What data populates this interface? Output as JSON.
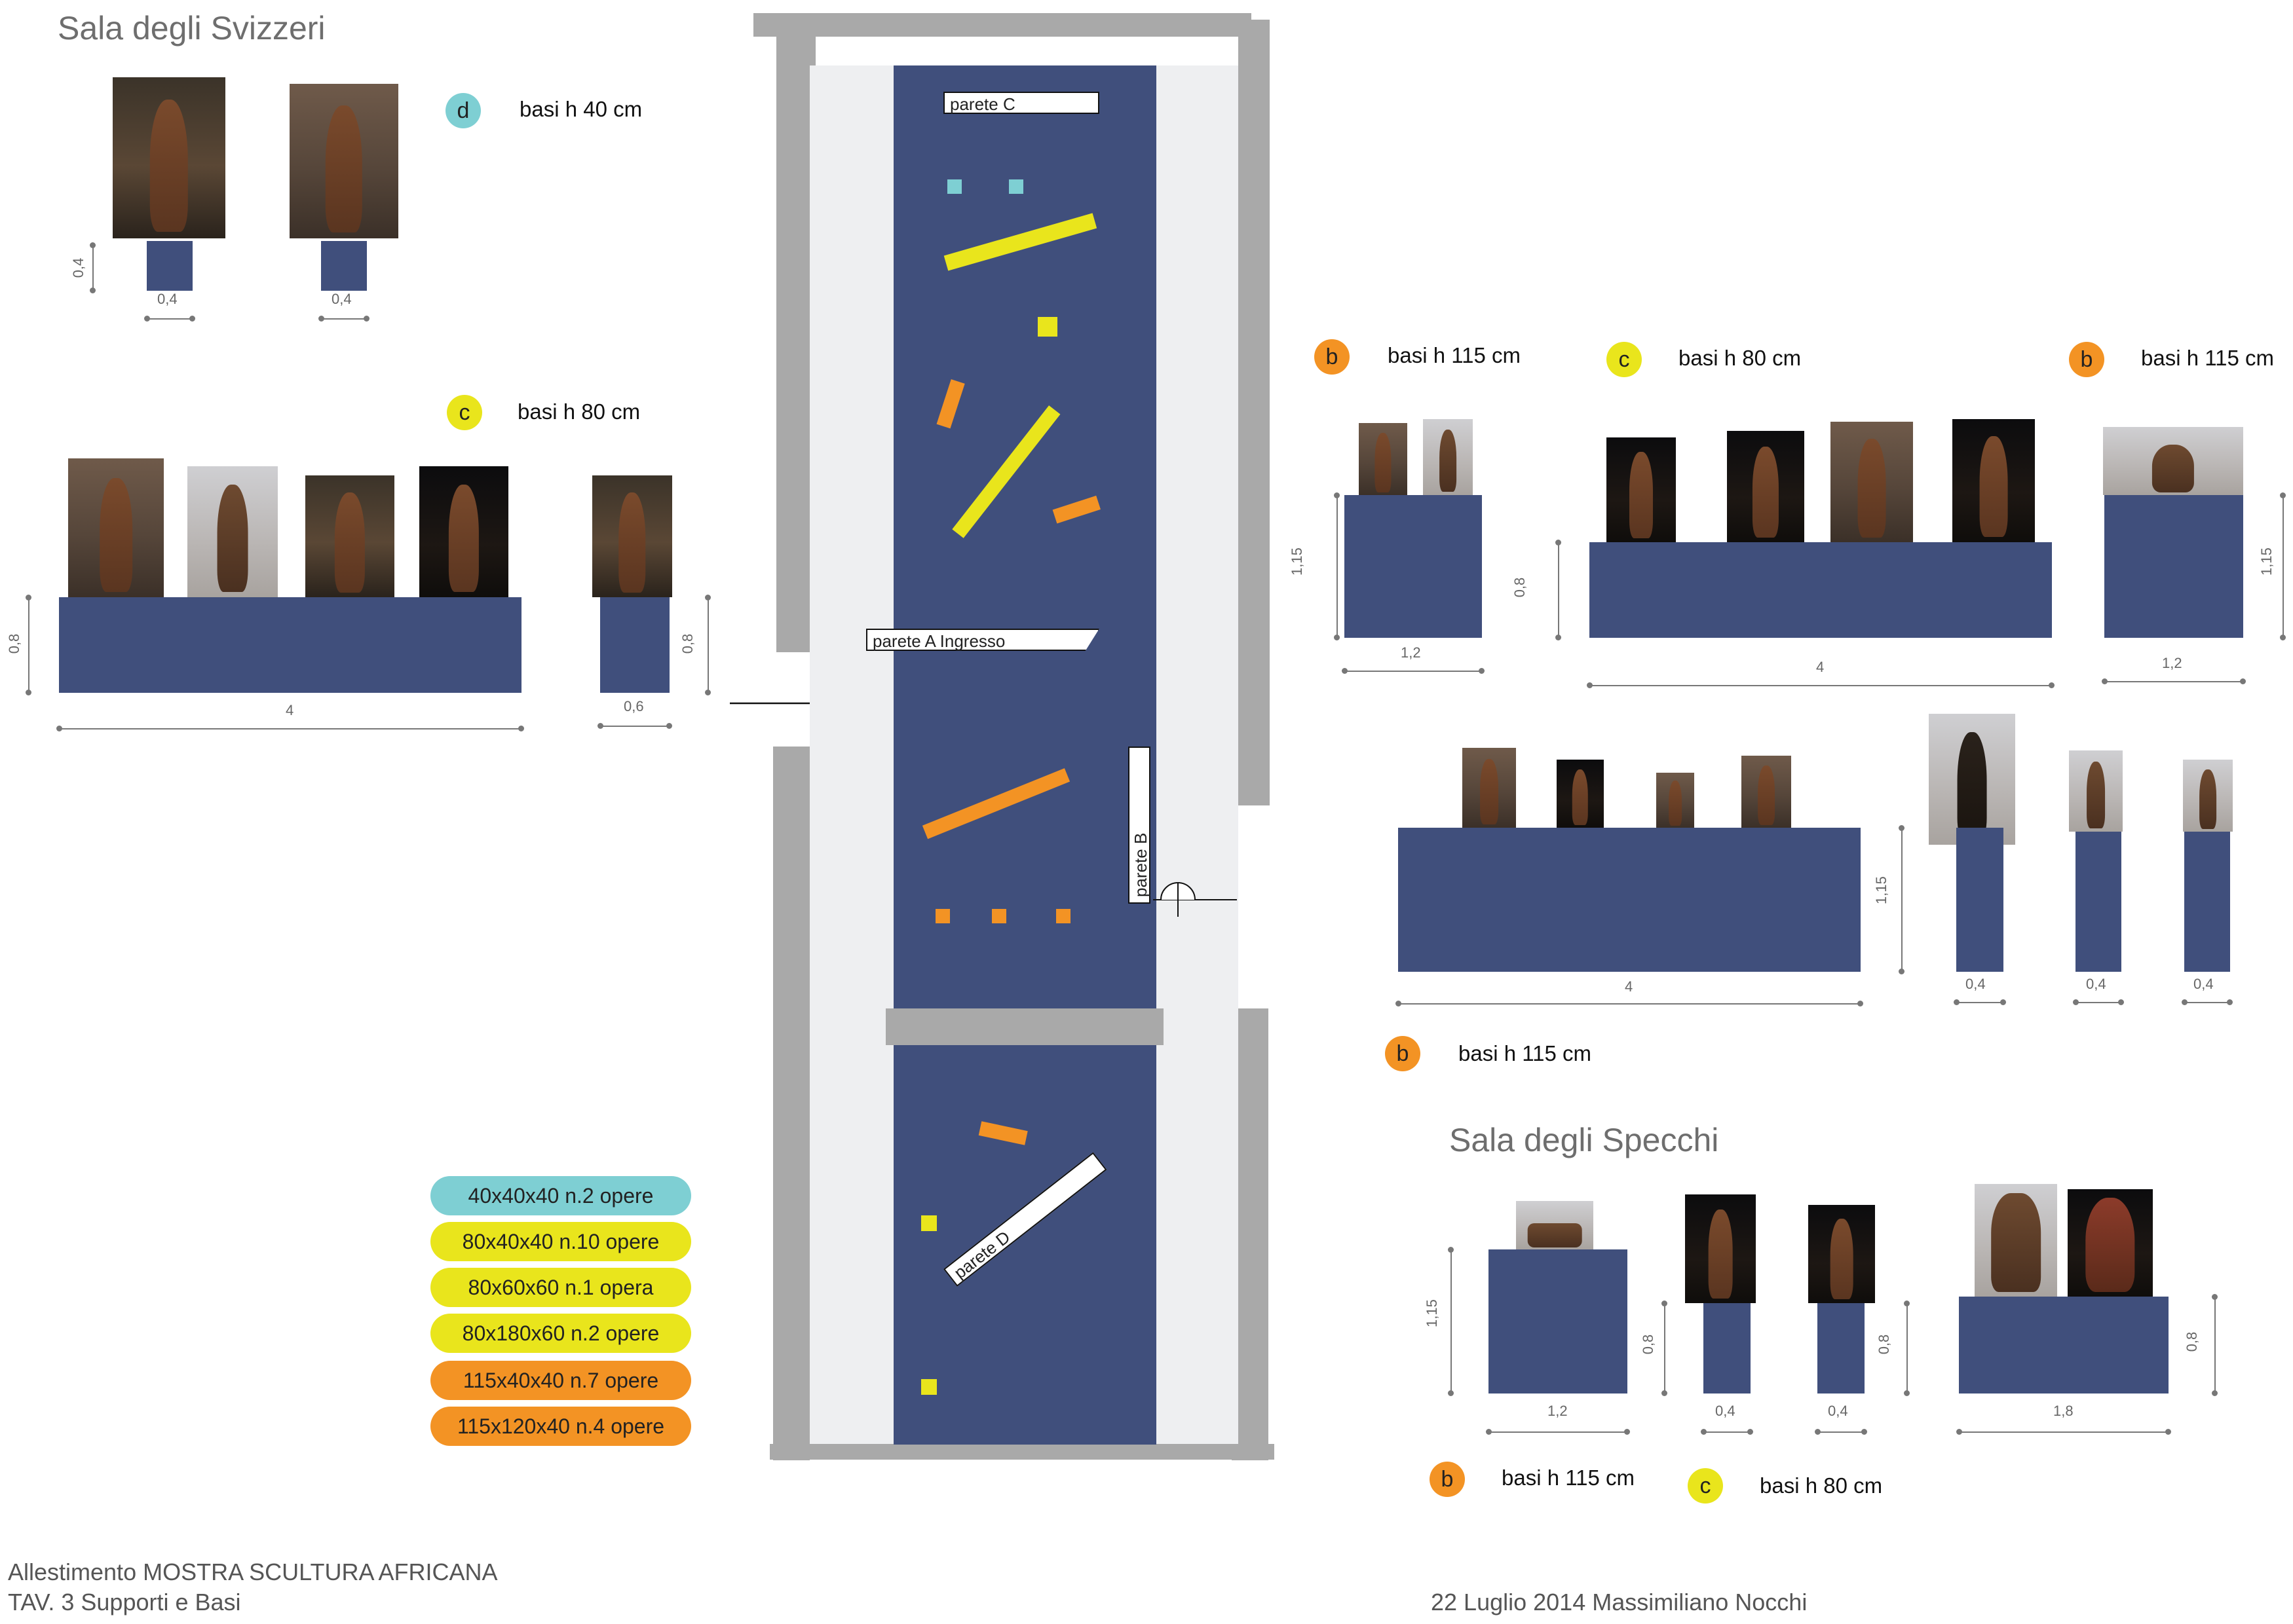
{
  "colors": {
    "base": "#404f7c",
    "cyan": "#7ecfd3",
    "yellow": "#e9e51c",
    "orange": "#f39324",
    "wall": "#a9a9a9"
  },
  "sections": {
    "svizzeri_title": "Sala degli Svizzeri",
    "specchi_title": "Sala degli Specchi"
  },
  "groups": {
    "d_letter": "d",
    "d_label": "basi h 40 cm",
    "c1_letter": "c",
    "c1_label": "basi h 80 cm",
    "b1_letter": "b",
    "b1_label": "basi h 115 cm",
    "c2_letter": "c",
    "c2_label": "basi h 80 cm",
    "b2_letter": "b",
    "b2_label": "basi h 115 cm",
    "b3_letter": "b",
    "b3_label": "basi h 115 cm",
    "b4_letter": "b",
    "b4_label": "basi h 115 cm",
    "c3_letter": "c",
    "c3_label": "basi h 80 cm"
  },
  "dims": {
    "d_h": "0,4",
    "d_w1": "0,4",
    "d_w2": "0,4",
    "c_h1": "0,8",
    "c_w1": "4",
    "c_w2": "0,6",
    "c_h2": "0,8",
    "r1_h1": "1,15",
    "r1_w1": "1,2",
    "r1_h2": "0,8",
    "r1_w2": "4",
    "r1_w3": "1,2",
    "r1_h3": "1,15",
    "r2_w1": "4",
    "r2_h1": "1,15",
    "r2_w2": "0,4",
    "r2_w3": "0,4",
    "r2_w4": "0,4",
    "s_h1": "1,15",
    "s_w1": "1,2",
    "s_h2": "0,8",
    "s_w2": "0,4",
    "s_w3": "0,4",
    "s_h3": "0,8",
    "s_w4": "1,8",
    "s_h4": "0,8"
  },
  "walls": {
    "c": "parete C",
    "a": "parete A Ingresso",
    "b": "parete B",
    "d": "parete D"
  },
  "legend": [
    {
      "text": "40x40x40 n.2 opere",
      "color": "#7ecfd3"
    },
    {
      "text": "80x40x40 n.10 opere",
      "color": "#e9e51c"
    },
    {
      "text": "80x60x60 n.1 opera",
      "color": "#e9e51c"
    },
    {
      "text": "80x180x60 n.2 opere",
      "color": "#e9e51c"
    },
    {
      "text": "115x40x40 n.7 opere",
      "color": "#f39324"
    },
    {
      "text": "115x120x40 n.4 opere",
      "color": "#f39324"
    }
  ],
  "footer": {
    "line1": "Allestimento MOSTRA SCULTURA AFRICANA",
    "line2": "TAV. 3   Supporti e Basi",
    "date_author": "22 Luglio 2014   Massimiliano Nocchi"
  }
}
